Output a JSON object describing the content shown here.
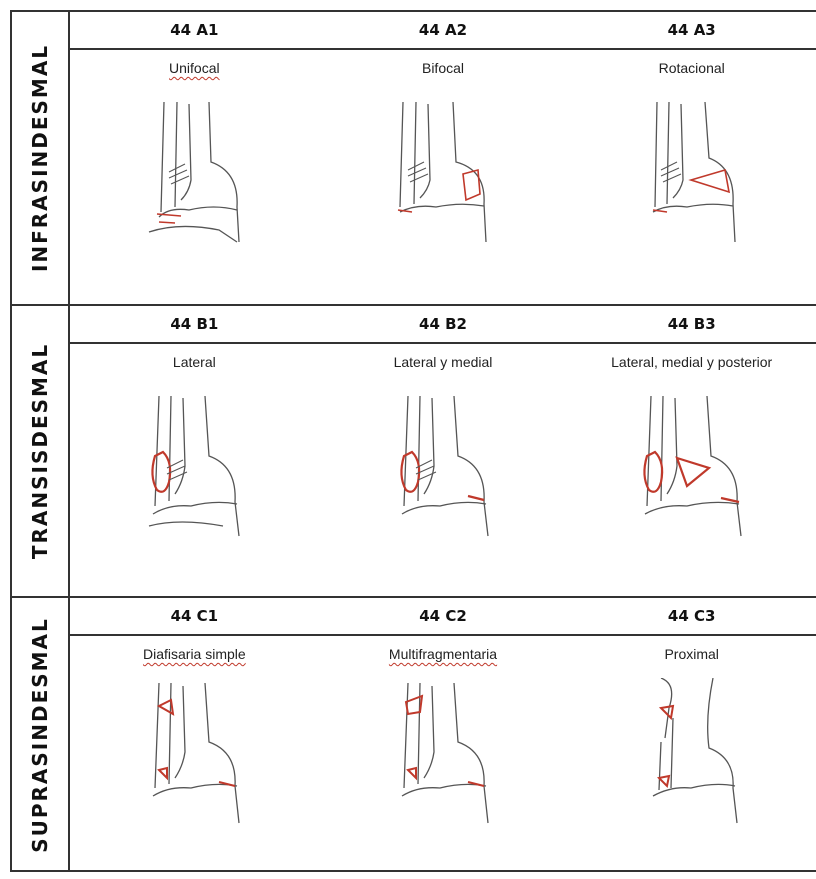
{
  "rows": [
    {
      "label": "INFRASINDESMAL",
      "cells": [
        {
          "code": "44 A1",
          "sub": "Unifocal"
        },
        {
          "code": "44 A2",
          "sub": "Bifocal"
        },
        {
          "code": "44 A3",
          "sub": "Rotacional"
        }
      ]
    },
    {
      "label": "TRANSISDESMAL",
      "cells": [
        {
          "code": "44 B1",
          "sub": "Lateral"
        },
        {
          "code": "44 B2",
          "sub": "Lateral y medial"
        },
        {
          "code": "44 B3",
          "sub": "Lateral, medial y posterior"
        }
      ]
    },
    {
      "label": "SUPRASINDESMAL",
      "cells": [
        {
          "code": "44 C1",
          "sub": "Diafisaria simple"
        },
        {
          "code": "44 C2",
          "sub": "Multifragmentaria"
        },
        {
          "code": "44 C3",
          "sub": "Proximal"
        }
      ]
    }
  ],
  "colors": {
    "line": "#333333",
    "fracture": "#c0392b",
    "bone": "#555555"
  }
}
